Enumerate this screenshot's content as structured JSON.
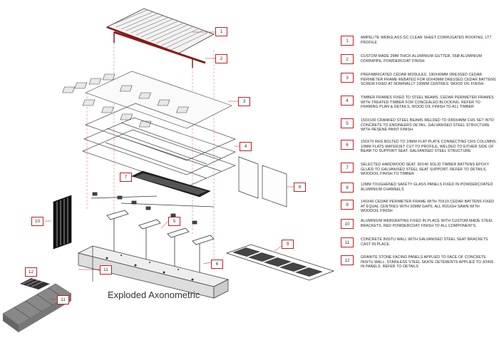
{
  "drawing_title": "Exploded Axonometric",
  "callouts": [
    "1",
    "2",
    "3",
    "4",
    "5",
    "6",
    "7",
    "8",
    "9",
    "10",
    "11",
    "12"
  ],
  "legend": [
    {
      "num": "1",
      "text": "AMPELITE WEBGLASS GC CLEAR SHEET CORRUGATED ROOFING, LT7 PROFILE"
    },
    {
      "num": "2",
      "text": "CUSTOM MADE 2MM THICK ALUMINIUM GUTTER, 65Ø ALUMINIUM DOWNPIPE, POWDERCOAT FINISH"
    },
    {
      "num": "3",
      "text": "PREFABRICATED CEDAR MODULES. 190X40MM DRESSED CEDAR PERIMETER FRAME REBATED FOR 60X40MM DRESSED CEDAR BATTENS SCREW FIXED AT NOMINALLY 100MM CENTRES. WOOD OIL FINISH"
    },
    {
      "num": "4",
      "text": "TIMBER FRAMES FIXED TO STEEL BEAMS. CEDAR PERIMETER FRAMES WITH TREATED TIMBER FOR CONCEALED BLOCKING. REFER TO FRAMING PLAN & DETAILS. WOOD OIL FINISH TO ALL TIMBER"
    },
    {
      "num": "5",
      "text": "150X100 CRANKED STEEL BEAMS WELDED TO 0/89X4MM CHS SET INTO CONCRETE TO ENGINEERS DETAIL. GALVANISED STEEL STRUCTURE WITH RESENE PAINT FINISH"
    },
    {
      "num": "6",
      "text": "150X70 RHS BOLTED TO 10MM FLAT PLATE CONNECTING CHS COLUMNS. 10MM FLATS WATERJET CUT TO PROFILE, WELDED TO EITHER SIDE OF BEAM TO SUPPORT SEAT. GALVANISED STEEL STRUCTURE"
    },
    {
      "num": "7",
      "text": "SELECTED HARDWOOD SEAT. 90X40 SOLID TIMBER BATTENS EPOXY GLUED TO GALVANISED STEEL SEAT SUPPORT. REFER TO DETAILS. WOODOIL FINISH TO TIMBER"
    },
    {
      "num": "8",
      "text": "12MM TOUGHENED SAFETY GLASS PANELS FIXED IN POWDERCOATED ALUMINIUM CHANNELS"
    },
    {
      "num": "9",
      "text": "140X40 CEDAR PERIMETER FRAME WITH 70X19 CEDAR BATTENS FIXED AT EQUAL CENTRES WITH 20MM GAPS. ALL ROUGH SAWN WITH WOODOIL FINISH"
    },
    {
      "num": "10",
      "text": "ALUMINIUM WEBGRATING FIXED IN PLACE WITH CUSTOM MADE STEEL BRACKETS. RED POWDERCOAT FINISH TO ALL COMPONENTS."
    },
    {
      "num": "11",
      "text": "CONCRETE INSITU WALL WITH GALVANISED STEEL SEAT BRACKETS CAST IN PLACE."
    },
    {
      "num": "12",
      "text": "GRANITE STONE FACING PANELS APPLIED TO FACE OF CONCRETE INSITU WALL. STAINLESS STEEL SKATE DETERENTS APPLIED TO JOINS IN PANELS. REFER TO DETAILS"
    }
  ],
  "colors": {
    "accent_red": "#c02020",
    "line": "#333333",
    "guide": "#e07070"
  }
}
